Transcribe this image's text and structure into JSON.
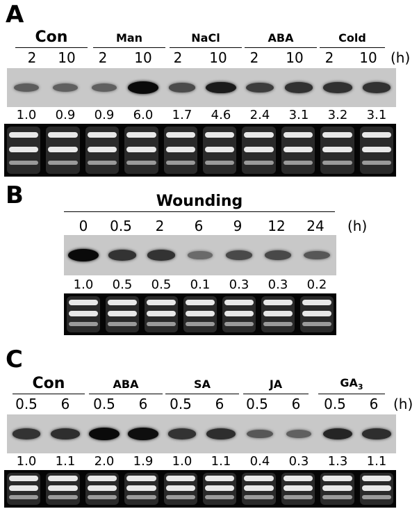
{
  "panels": {
    "a": {
      "letter": "A",
      "unit": "(h)",
      "groups": [
        {
          "label": "Con",
          "times": [
            "2",
            "10"
          ]
        },
        {
          "label": "Man",
          "times": [
            "2",
            "10"
          ]
        },
        {
          "label": "NaCl",
          "times": [
            "2",
            "10"
          ]
        },
        {
          "label": "ABA",
          "times": [
            "2",
            "10"
          ]
        },
        {
          "label": "Cold",
          "times": [
            "2",
            "10"
          ]
        }
      ],
      "values": [
        "1.0",
        "0.9",
        "0.9",
        "6.0",
        "1.7",
        "4.6",
        "2.4",
        "3.1",
        "3.2",
        "3.1"
      ],
      "intensity": [
        1.0,
        0.9,
        0.9,
        6.0,
        1.7,
        4.6,
        2.4,
        3.1,
        3.2,
        3.1
      ]
    },
    "b": {
      "letter": "B",
      "unit": "(h)",
      "group_label": "Wounding",
      "times": [
        "0",
        "0.5",
        "2",
        "6",
        "9",
        "12",
        "24"
      ],
      "values": [
        "1.0",
        "0.5",
        "0.5",
        "0.1",
        "0.3",
        "0.3",
        "0.2"
      ],
      "intensity": [
        1.0,
        0.5,
        0.5,
        0.1,
        0.3,
        0.3,
        0.2
      ]
    },
    "c": {
      "letter": "C",
      "unit": "(h)",
      "groups": [
        {
          "label": "Con",
          "times": [
            "0.5",
            "6"
          ]
        },
        {
          "label": "ABA",
          "times": [
            "0.5",
            "6"
          ]
        },
        {
          "label": "SA",
          "times": [
            "0.5",
            "6"
          ]
        },
        {
          "label": "JA",
          "times": [
            "0.5",
            "6"
          ]
        },
        {
          "label": "GA",
          "label_sub": "3",
          "times": [
            "0.5",
            "6"
          ]
        }
      ],
      "values": [
        "1.0",
        "1.1",
        "2.0",
        "1.9",
        "1.0",
        "1.1",
        "0.4",
        "0.3",
        "1.3",
        "1.1"
      ],
      "intensity": [
        1.0,
        1.1,
        2.0,
        1.9,
        1.0,
        1.1,
        0.4,
        0.3,
        1.3,
        1.1
      ]
    }
  }
}
